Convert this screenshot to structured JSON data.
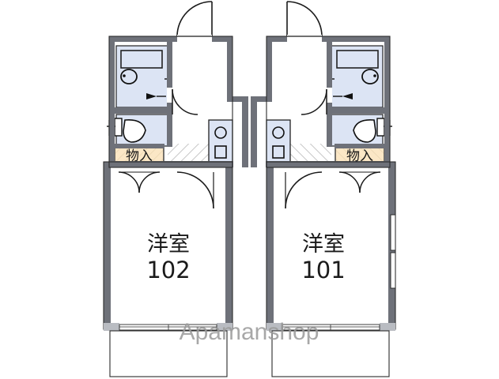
{
  "document": {
    "type": "floor-plan",
    "title": "アパート間取り図",
    "units_count": 2,
    "watermark": "Apamanshop"
  },
  "colors": {
    "wall": "#6e7179",
    "wall_dark": "#5c5f66",
    "fixture_fill": "#dce4f4",
    "fixture_stroke": "#222222",
    "storage_fill": "#fbe7c6",
    "storage_stroke": "#3a3a3a",
    "hatch_line": "#b9b9b9",
    "thin_line": "#3a3a3a",
    "text": "#1a1a1a",
    "watermark": "#9a9a9a",
    "balcony_gray": "#b9bcc2",
    "white": "#ffffff"
  },
  "units": [
    {
      "id": "unit-102",
      "room_label": "洋室",
      "room_number": "102",
      "storage_label": "物入",
      "mirrored": false,
      "rooms": [
        {
          "name": "洋室",
          "number": "102",
          "type": "western-room"
        },
        {
          "name": "物入",
          "type": "storage-closet"
        },
        {
          "name": "浴室",
          "type": "bath"
        },
        {
          "name": "トイレ",
          "type": "toilet"
        },
        {
          "name": "玄関",
          "type": "entrance"
        },
        {
          "name": "キッチン",
          "type": "kitchen"
        }
      ],
      "fixtures": [
        "bathtub",
        "wash-basin",
        "toilet-bowl",
        "toilet-tank",
        "kitchen-sink",
        "kitchen-stove"
      ],
      "doors": [
        "entrance-door",
        "bath-door",
        "toilet-door",
        "room-door",
        "closet-door-left",
        "closet-door-right"
      ]
    },
    {
      "id": "unit-101",
      "room_label": "洋室",
      "room_number": "101",
      "storage_label": "物入",
      "mirrored": true,
      "rooms": [
        {
          "name": "洋室",
          "number": "101",
          "type": "western-room"
        },
        {
          "name": "物入",
          "type": "storage-closet"
        },
        {
          "name": "浴室",
          "type": "bath"
        },
        {
          "name": "トイレ",
          "type": "toilet"
        },
        {
          "name": "玄関",
          "type": "entrance"
        },
        {
          "name": "キッチン",
          "type": "kitchen"
        }
      ],
      "fixtures": [
        "bathtub",
        "wash-basin",
        "toilet-bowl",
        "toilet-tank",
        "kitchen-sink",
        "kitchen-stove"
      ],
      "doors": [
        "entrance-door",
        "bath-door",
        "toilet-door",
        "room-door",
        "closet-door-left",
        "closet-door-right"
      ]
    }
  ],
  "balcony": {
    "label": "",
    "present": true,
    "count": 2
  }
}
